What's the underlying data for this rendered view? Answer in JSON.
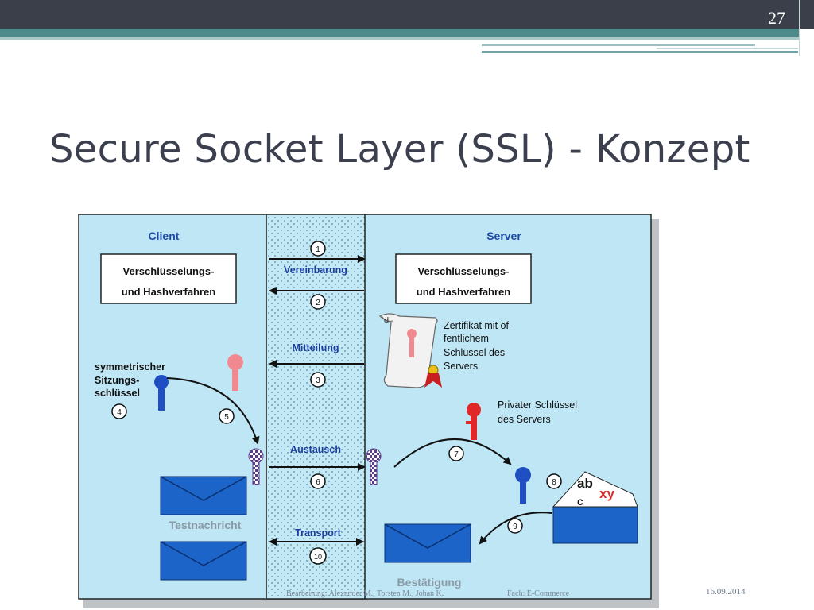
{
  "slide": {
    "page_number": "27",
    "title": "Secure Socket Layer (SSL) - Konzept",
    "date": "16.09.2014",
    "authors": "Bearbeitung: Alexander M., Torsten M., Johan K.",
    "subject": "Fach: E-Commerce"
  },
  "diagram": {
    "client_label": "Client",
    "server_label": "Server",
    "client_box": [
      "Verschlüsselungs-",
      "und Hashverfahren"
    ],
    "server_box": [
      "Verschlüsselungs-",
      "und Hashverfahren"
    ],
    "phases": {
      "vereinbarung": "Vereinbarung",
      "mitteilung": "Mitteilung",
      "austausch": "Austausch",
      "transport": "Transport"
    },
    "certificate_text": [
      "Zertifikat mit öf-",
      "fentlichem",
      "Schlüssel des",
      "Servers"
    ],
    "private_key_text": [
      "Privater Schlüssel",
      "des Servers"
    ],
    "session_key_text": [
      "symmetrischer",
      "Sitzungs-",
      "schlüssel"
    ],
    "test_message": "Testnachricht",
    "confirmation": "Bestätigung",
    "cert_corner": "d",
    "letter_text": {
      "a": "ab",
      "b": "xy",
      "c": "c"
    },
    "steps": [
      "1",
      "2",
      "3",
      "4",
      "5",
      "6",
      "7",
      "8",
      "9",
      "10"
    ],
    "colors": {
      "panel": "#bfe6f5",
      "envelope": "#1c64c8",
      "key_blue": "#1f4fc2",
      "key_red": "#e02828",
      "key_pink": "#f08a90",
      "phase_label": "#1c3f9e",
      "side_label": "#1c4aa8"
    }
  }
}
